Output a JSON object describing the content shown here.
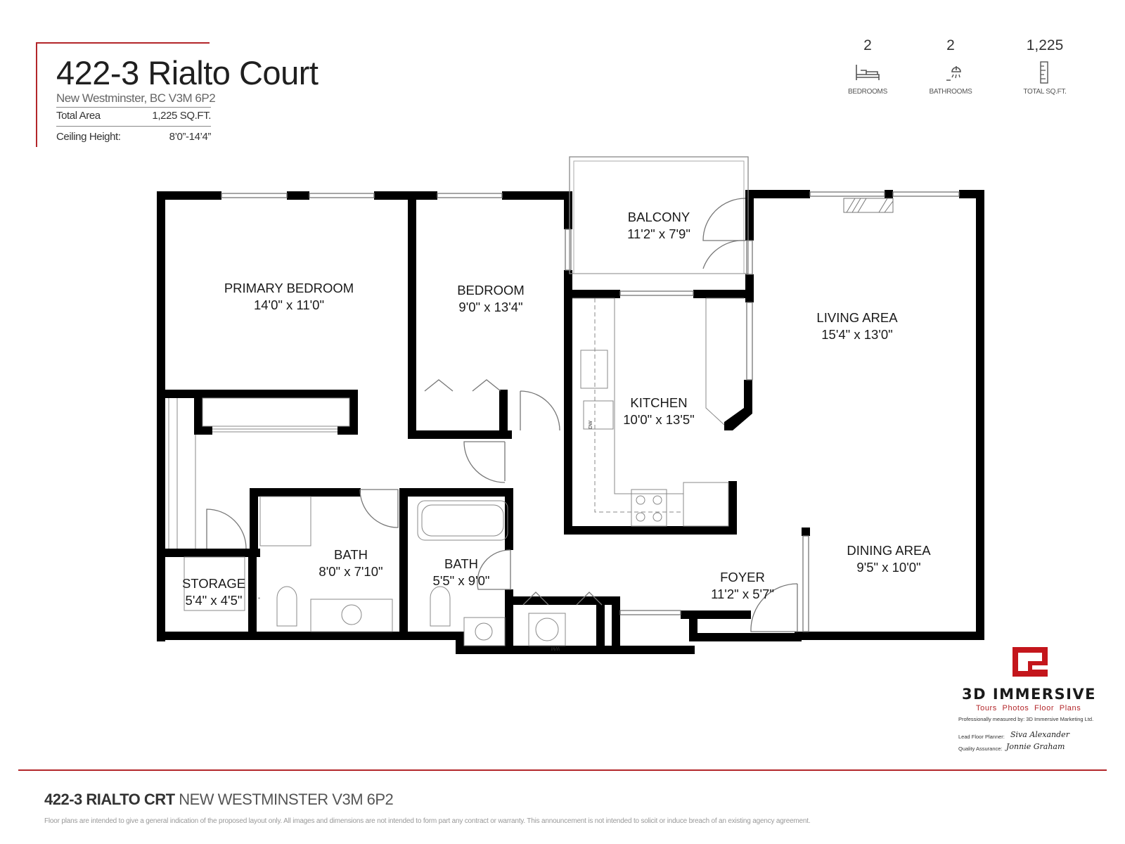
{
  "header": {
    "title": "422-3 Rialto Court",
    "address": "New Westminster, BC V3M 6P2",
    "total_area_label": "Total Area",
    "total_area_value": "1,225 SQ.FT.",
    "ceiling_label": "Ceiling Height:",
    "ceiling_value": "8’0”-14’4”"
  },
  "stats": [
    {
      "value": "2",
      "label": "BEDROOMS",
      "icon": "bed-icon"
    },
    {
      "value": "2",
      "label": "BATHROOMS",
      "icon": "shower-icon"
    },
    {
      "value": "1,225",
      "label": "TOTAL SQ.FT.",
      "icon": "ruler-icon"
    }
  ],
  "rooms": {
    "balcony": {
      "name": "BALCONY",
      "dims": "11'2\" x 7'9\""
    },
    "primary_bedroom": {
      "name": "PRIMARY BEDROOM",
      "dims": "14'0\" x 11'0\""
    },
    "bedroom": {
      "name": "BEDROOM",
      "dims": "9'0\" x 13'4\""
    },
    "living_area": {
      "name": "LIVING AREA",
      "dims": "15'4\" x 13'0\""
    },
    "kitchen": {
      "name": "KITCHEN",
      "dims": "10'0\" x 13'5\""
    },
    "dining_area": {
      "name": "DINING AREA",
      "dims": "9'5\" x 10'0\""
    },
    "bath_main": {
      "name": "BATH",
      "dims": "8'0\" x 7'10\""
    },
    "bath_ensuite": {
      "name": "BATH",
      "dims": "5'5\" x 9'0\""
    },
    "storage": {
      "name": "STORAGE",
      "dims": "5'4\" x 4'5\""
    },
    "foyer": {
      "name": "FOYER",
      "dims": "11'2\" x 5'7\""
    }
  },
  "fixtures": {
    "dishwasher": "DW",
    "washer": "WM"
  },
  "logo": {
    "name": "3D IMMERSIVE",
    "tagline": "Tours  Photos  Floor Plans",
    "measured_by": "Professionally measured by: 3D Immersive Marketing Ltd.",
    "lead_label": "Lead Floor Planner:",
    "lead_name": "Siva Alexander",
    "qa_label": "Quality Assurance:",
    "qa_name": "Jonnie Graham"
  },
  "footer": {
    "address_bold": "422-3 RIALTO CRT",
    "address_rest": "NEW WESTMINSTER V3M 6P2",
    "disclaimer": "Floor plans are intended to give a general indication of the proposed layout only. All images and dimensions are not intended to form part any contract or warranty. This announcement is not intended to solicit or induce breach of an existing agency agreement."
  },
  "colors": {
    "accent": "#b3262a",
    "wall": "#000000"
  }
}
